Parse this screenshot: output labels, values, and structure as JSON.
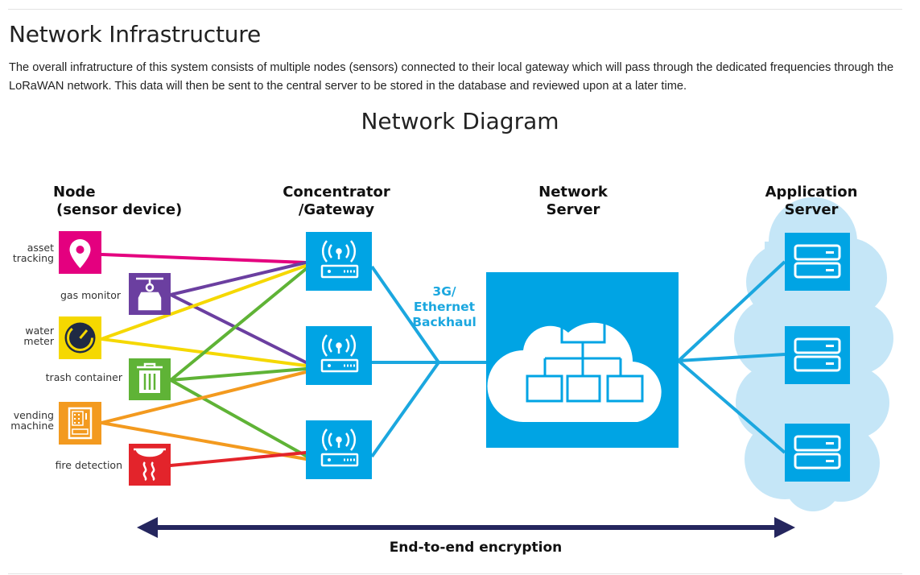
{
  "page": {
    "section_title": "Network Infrastructure",
    "intro": "The overall infratructure of this system consists of multiple nodes (sensors) connected to their local gateway which will pass through the dedicated frequencies through the LoRaWAN network. This data will then be sent to the central server to be stored in the database and reviewed upon at a later time.",
    "diagram_title": "Network Diagram"
  },
  "diagram": {
    "columns": {
      "node": [
        "Node",
        "(sensor device)"
      ],
      "gateway": [
        "Concentrator",
        "/Gateway"
      ],
      "network_server": [
        "Network",
        "Server"
      ],
      "application_server": [
        "Application",
        "Server"
      ]
    },
    "nodes": [
      {
        "label": [
          "asset",
          "tracking"
        ],
        "icon": "location-pin-icon",
        "color": "#e4007f"
      },
      {
        "label": [
          "gas monitor"
        ],
        "icon": "gas-cylinder-icon",
        "color": "#6b3fa0"
      },
      {
        "label": [
          "water",
          "meter"
        ],
        "icon": "gauge-icon",
        "color": "#f5d800"
      },
      {
        "label": [
          "trash container"
        ],
        "icon": "trash-can-icon",
        "color": "#5fb336"
      },
      {
        "label": [
          "vending",
          "machine"
        ],
        "icon": "vending-machine-icon",
        "color": "#f39a1f"
      },
      {
        "label": [
          "fire detection"
        ],
        "icon": "smoke-detector-icon",
        "color": "#e3242b"
      }
    ],
    "backhaul_label": [
      "3G/",
      "Ethernet",
      "Backhaul"
    ],
    "encryption_label": "End-to-end encryption",
    "colors": {
      "accent_blue": "#00a4e4",
      "line_blue": "#1ba7df",
      "cloud_light": "#c5e6f7",
      "arrow_navy": "#25265e"
    }
  }
}
